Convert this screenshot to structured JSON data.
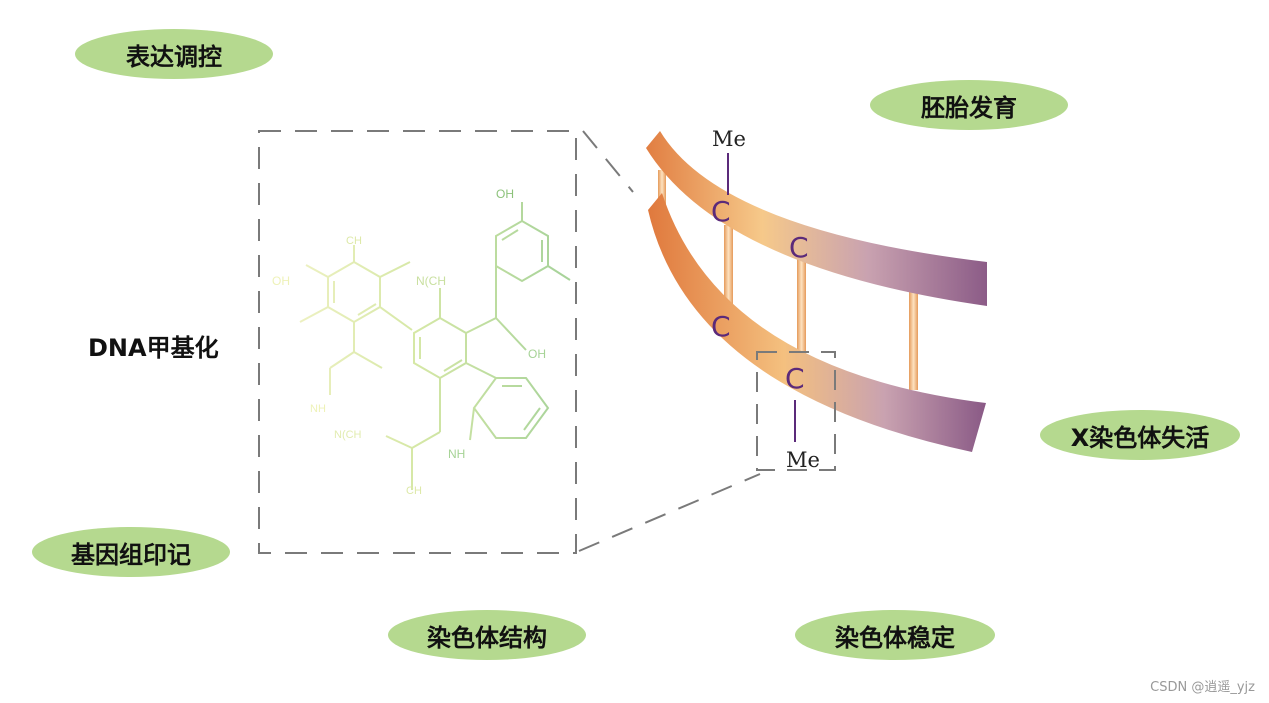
{
  "center_title": "DNA甲基化",
  "labels": [
    "表达调控",
    "胚胎发育",
    "X染色体失活",
    "染色体稳定",
    "染色体结构",
    "基因组印记"
  ],
  "molecule": {
    "oh_top": "OH",
    "ch3_top": "CH",
    "oh_left": "OH",
    "nme2_top": "N(CH",
    "oh_right": "OH",
    "nh2_left": "NH",
    "nme2_bottom": "N(CH",
    "nh2_right": "NH",
    "ch3_bottom": "CH"
  },
  "dna": {
    "methyl_label": "Me",
    "base_label": "C"
  },
  "watermark": "CSDN @逍遥_yjz"
}
